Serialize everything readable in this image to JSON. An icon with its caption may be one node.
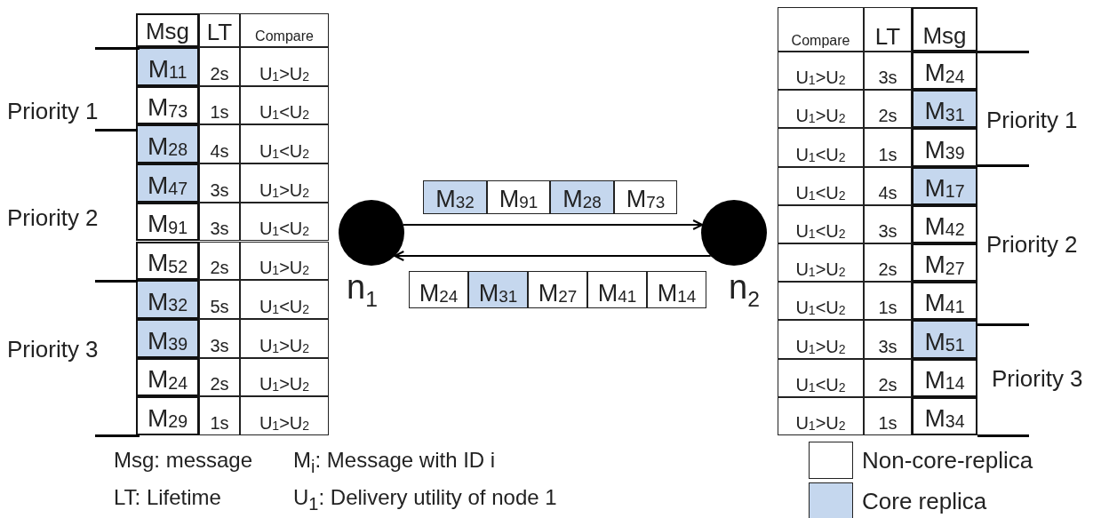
{
  "diagram": {
    "nodes": [
      {
        "text": [],
        "shape": "circle",
        "beside": [
          "n$_{1}$"
        ]
      },
      {
        "text": [],
        "shape": "circle",
        "beside": [
          "n$_{2}$"
        ]
      },
      {
        "text": [
          "M$_{32}$"
        ]
      },
      {
        "text": [
          "M$_{91}$"
        ]
      },
      {
        "text": [
          "M$_{28}$"
        ]
      },
      {
        "text": [
          "M$_{73}$"
        ]
      },
      {
        "text": [
          "M$_{24}$"
        ]
      },
      {
        "text": [
          "M$_{31}$"
        ]
      },
      {
        "text": [
          "M$_{27}$"
        ]
      },
      {
        "text": [
          "M$_{41}$"
        ]
      },
      {
        "text": [
          "M$_{14}$"
        ]
      }
    ],
    "edges": [
      {
        "from": 0,
        "to": 1,
        "arrow": "to"
      },
      {
        "from": 1,
        "to": 0,
        "arrow": "to"
      }
    ],
    "labels": [
      "Msg",
      "LT",
      "Compare",
      "M$_{11}$",
      "2s",
      "U$_{1}$>U$_{2}$",
      "M$_{73}$",
      "1s",
      "U$_{1}$<U$_{2}$",
      "M$_{28}$",
      "4s",
      "U$_{1}$<U$_{2}$",
      "M$_{47}$",
      "3s",
      "U$_{1}$>U$_{2}$",
      "M$_{91}$",
      "3s",
      "U$_{1}$<U$_{2}$",
      "M$_{52}$",
      "2s",
      "U$_{1}$>U$_{2}$",
      "M$_{32}$",
      "5s",
      "U$_{1}$<U$_{2}$",
      "M$_{39}$",
      "3s",
      "U$_{1}$>U$_{2}$",
      "M$_{24}$",
      "2s",
      "U$_{1}$>U$_{2}$",
      "M$_{29}$",
      "1s",
      "U$_{1}$>U$_{2}$",
      "Priority 1",
      "Priority 2",
      "Priority 3",
      "Compare",
      "LT",
      "Msg",
      "U$_{1}$>U$_{2}$",
      "3s",
      "M$_{24}$",
      "U$_{1}$>U$_{2}$",
      "2s",
      "M$_{31}$",
      "U$_{1}$<U$_{2}$",
      "1s",
      "M$_{39}$",
      "U$_{1}$<U$_{2}$",
      "4s",
      "M$_{17}$",
      "U$_{1}$<U$_{2}$",
      "3s",
      "M$_{42}$",
      "U$_{1}$>U$_{2}$",
      "2s",
      "M$_{27}$",
      "U$_{1}$<U$_{2}$",
      "1s",
      "M$_{41}$",
      "U$_{1}$>U$_{2}$",
      "3s",
      "M$_{51}$",
      "U$_{1}$<U$_{2}$",
      "2s",
      "M$_{14}$",
      "U$_{1}$>U$_{2}$",
      "1s",
      "M$_{34}$",
      "Priority 1",
      "Priority 2",
      "Priority 3",
      "Msg: message",
      "M$_{i}$: Message with ID i",
      "LT: Lifetime",
      "U$_{1}$: Delivery utility of node 1"
    ],
    "legend": [
      {
        "text": "Non-core-replica",
        "color": "#ffffff"
      },
      {
        "text": "Core replica",
        "color": "#c5d7ee"
      }
    ]
  }
}
